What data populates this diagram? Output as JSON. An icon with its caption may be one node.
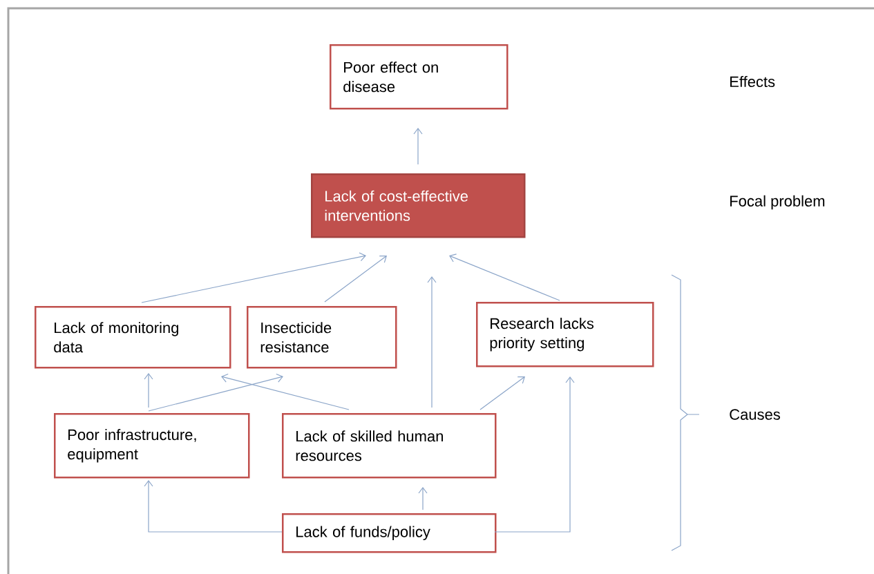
{
  "diagram": {
    "nodes": [
      {
        "text": [
          "Poor effect on disease"
        ]
      },
      {
        "text": [
          "Lack of cost-effective interventions"
        ]
      },
      {
        "text": [
          "Lack of monitoring data"
        ]
      },
      {
        "text": [
          "Insecticide resistance"
        ]
      },
      {
        "text": [
          "Research lacks priority setting"
        ]
      },
      {
        "text": [
          "Poor infrastructure, equipment"
        ]
      },
      {
        "text": [
          "Lack of skilled human resources"
        ]
      },
      {
        "text": [
          "Lack of funds/policy"
        ]
      }
    ],
    "edges": [
      {
        "from": 1,
        "to": 0,
        "arrow": "to"
      },
      {
        "from": 2,
        "to": 1,
        "arrow": "to"
      },
      {
        "from": 3,
        "to": 1,
        "arrow": "to"
      },
      {
        "from": 6,
        "to": 1,
        "arrow": "to"
      },
      {
        "from": 4,
        "to": 1,
        "arrow": "to"
      },
      {
        "from": 5,
        "to": 2,
        "arrow": "to"
      },
      {
        "from": 5,
        "to": 3,
        "arrow": "to"
      },
      {
        "from": 6,
        "to": 2,
        "arrow": "to"
      },
      {
        "from": 6,
        "to": 4,
        "arrow": "to"
      },
      {
        "from": 7,
        "to": 5,
        "arrow": "to"
      },
      {
        "from": 7,
        "to": 6,
        "arrow": "to"
      },
      {
        "from": 7,
        "to": 4,
        "arrow": "to"
      }
    ],
    "labels": [
      "Effects",
      "Focal problem",
      "Causes"
    ]
  }
}
